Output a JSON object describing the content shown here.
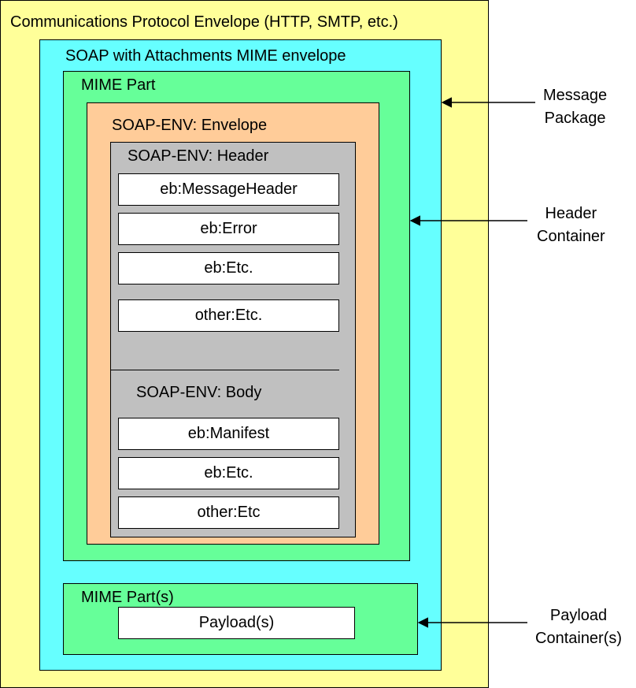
{
  "colors": {
    "outer_envelope": "#FFFF99",
    "mime_envelope": "#66FFFF",
    "mime_part": "#66FF99",
    "soap_envelope": "#FFCC99",
    "soap_inner": "#C0C0C0",
    "element_box": "#FFFFFF",
    "lines": "#000000"
  },
  "outer": {
    "label": "Communications Protocol Envelope (HTTP, SMTP, etc.)"
  },
  "mime_envelope": {
    "label": "SOAP with Attachments MIME envelope"
  },
  "mime_part": {
    "label": "MIME Part"
  },
  "soap_envelope": {
    "label": "SOAP-ENV: Envelope"
  },
  "soap_header": {
    "label": "SOAP-ENV: Header",
    "items": [
      "eb:MessageHeader",
      "eb:Error",
      "eb:Etc.",
      "other:Etc."
    ]
  },
  "soap_body": {
    "label": "SOAP-ENV: Body",
    "items": [
      "eb:Manifest",
      "eb:Etc.",
      "other:Etc"
    ]
  },
  "payload_part": {
    "label": "MIME Part(s)",
    "item": "Payload(s)"
  },
  "annotations": [
    {
      "line1": "Message",
      "line2": "Package"
    },
    {
      "line1": "Header",
      "line2": "Container"
    },
    {
      "line1": "Payload",
      "line2": "Container(s)"
    }
  ]
}
